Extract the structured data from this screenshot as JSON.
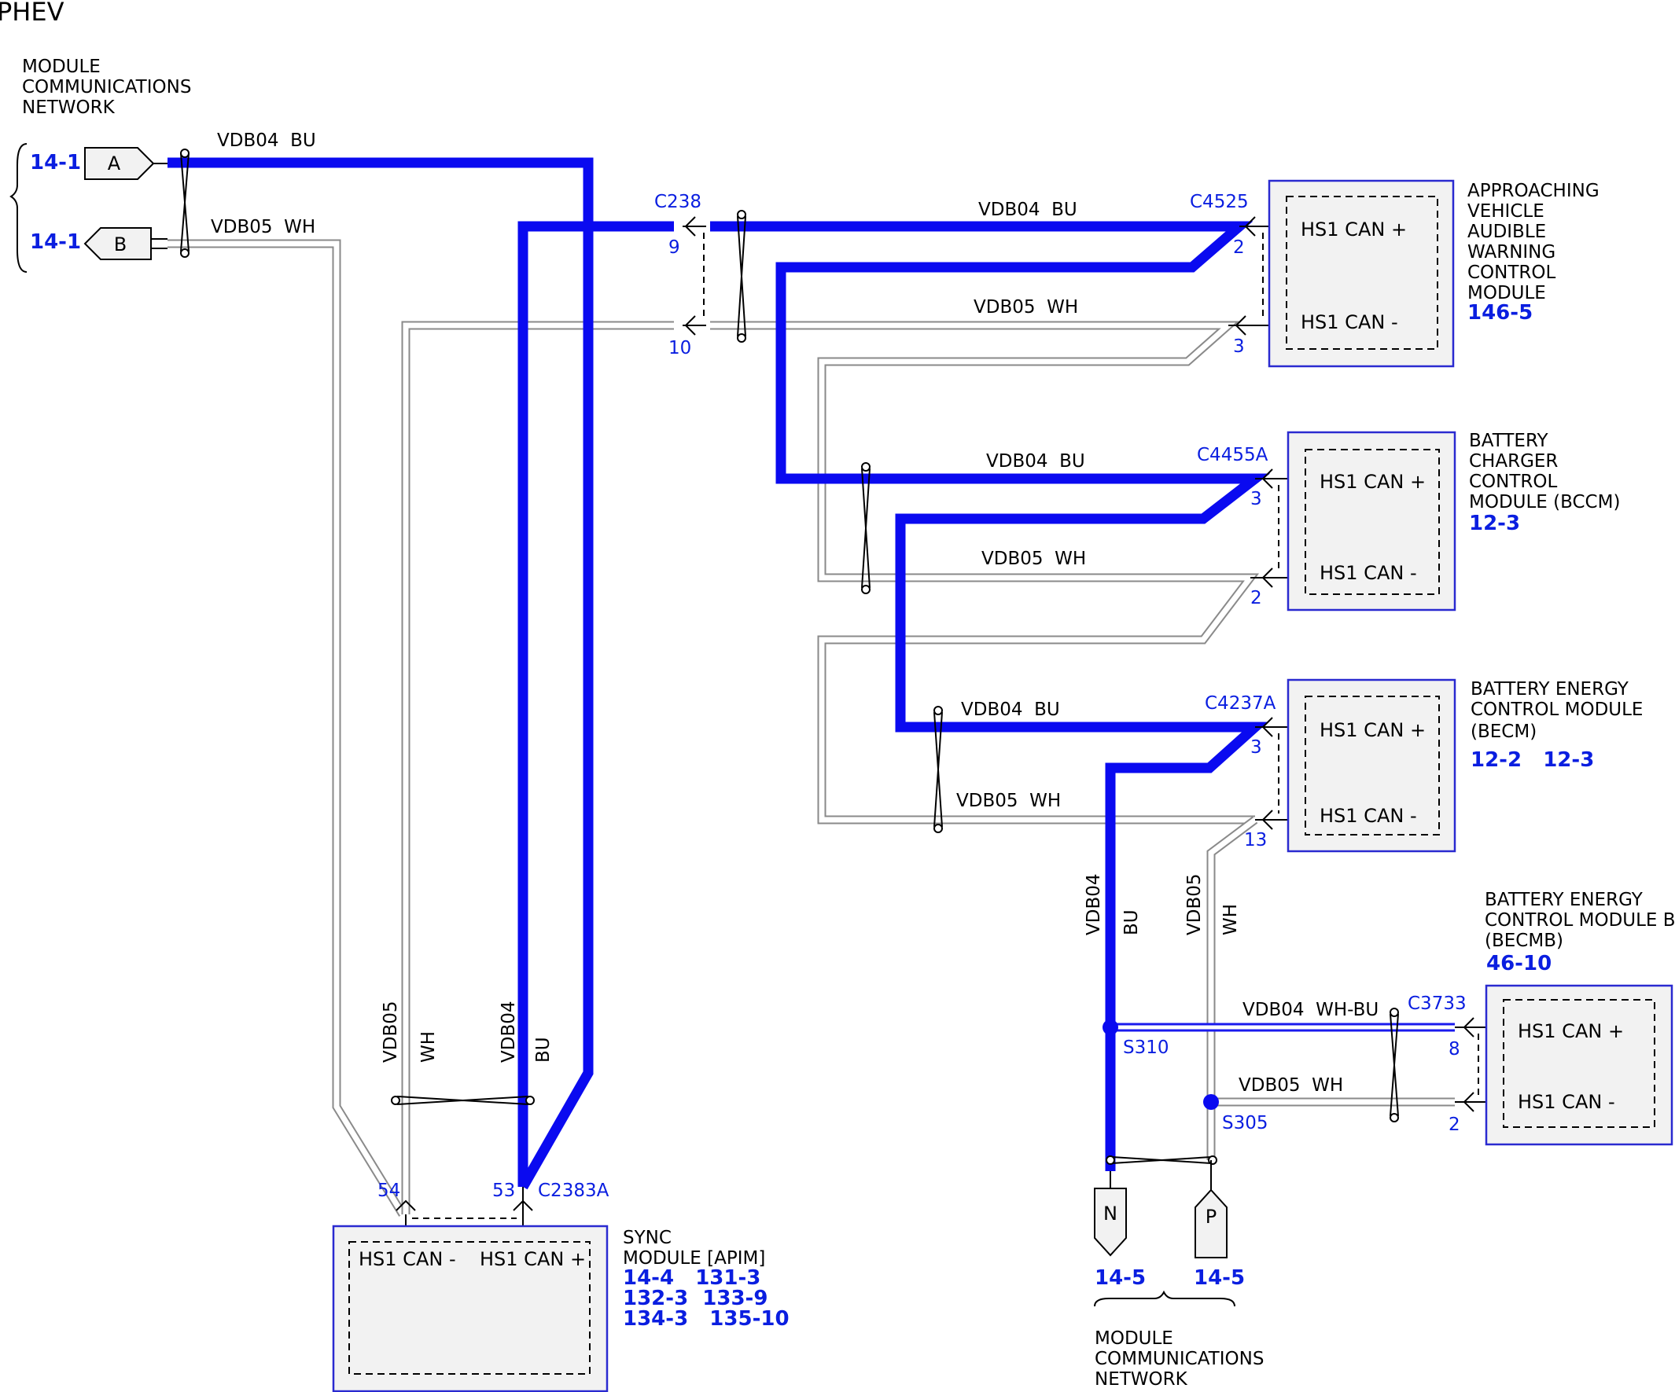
{
  "title": "PHEV",
  "network_label_top": [
    "MODULE",
    "COMMUNICATIONS",
    "NETWORK"
  ],
  "network_label_bottom": [
    "MODULE",
    "COMMUNICATIONS",
    "NETWORK"
  ],
  "left_refs": {
    "a": "14-1",
    "b": "14-1"
  },
  "plugs": {
    "a": "A",
    "b": "B",
    "n": "N",
    "p": "P"
  },
  "bottom_refs": {
    "n": "14-5",
    "p": "14-5"
  },
  "wires": {
    "bu_top": "VDB04  BU",
    "wh_top": "VDB05  WH",
    "bu_c238": "VDB04  BU",
    "wh_c238": "VDB05  WH",
    "bu_bccm": "VDB04  BU",
    "wh_bccm": "VDB05  WH",
    "bu_becm": "VDB04  BU",
    "wh_becm": "VDB05  WH",
    "bu_becmb": "VDB04  WH-BU",
    "wh_becmb": "VDB05  WH",
    "v_wh_sync_a": "VDB05",
    "v_wh_sync_b": "WH",
    "v_bu_sync_a": "VDB04",
    "v_bu_sync_b": "BU",
    "v_bu_right_a": "VDB04",
    "v_bu_right_b": "BU",
    "v_wh_right_a": "VDB05",
    "v_wh_right_b": "WH"
  },
  "connectors": {
    "c238": "C238",
    "c238_pin_bu": "9",
    "c238_pin_wh": "10",
    "c4525": "C4525",
    "c4525_pin_bu": "2",
    "c4525_pin_wh": "3",
    "c4455a": "C4455A",
    "c4455a_pin_bu": "3",
    "c4455a_pin_wh": "2",
    "c4237a": "C4237A",
    "c4237a_pin_bu": "3",
    "c4237a_pin_wh": "13",
    "c3733": "C3733",
    "c3733_pin_bu": "8",
    "c3733_pin_wh": "2",
    "c2383a": "C2383A",
    "c2383a_pin_wh": "54",
    "c2383a_pin_bu": "53"
  },
  "splices": {
    "s310": "S310",
    "s305": "S305"
  },
  "modules": {
    "avas": {
      "name": [
        "APPROACHING",
        "VEHICLE",
        "AUDIBLE",
        "WARNING",
        "CONTROL",
        "MODULE"
      ],
      "ref": "146-5",
      "pin_plus": "HS1 CAN +",
      "pin_minus": "HS1 CAN -"
    },
    "bccm": {
      "name": [
        "BATTERY",
        "CHARGER",
        "CONTROL",
        "MODULE (BCCM)"
      ],
      "ref": "12-3",
      "pin_plus": "HS1 CAN +",
      "pin_minus": "HS1 CAN -"
    },
    "becm": {
      "name": [
        "BATTERY ENERGY",
        "CONTROL MODULE",
        "(BECM)"
      ],
      "refs": "12-2   12-3",
      "pin_plus": "HS1 CAN +",
      "pin_minus": "HS1 CAN -"
    },
    "becmb": {
      "name": [
        "BATTERY ENERGY",
        "CONTROL MODULE B",
        "(BECMB)"
      ],
      "ref": "46-10",
      "pin_plus": "HS1 CAN +",
      "pin_minus": "HS1 CAN -"
    },
    "sync": {
      "name": [
        "SYNC",
        "MODULE [APIM]"
      ],
      "refs": [
        "14-4   131-3",
        "132-3  133-9",
        "134-3   135-10"
      ],
      "pin_minus": "HS1 CAN -",
      "pin_plus": "HS1 CAN +"
    }
  }
}
